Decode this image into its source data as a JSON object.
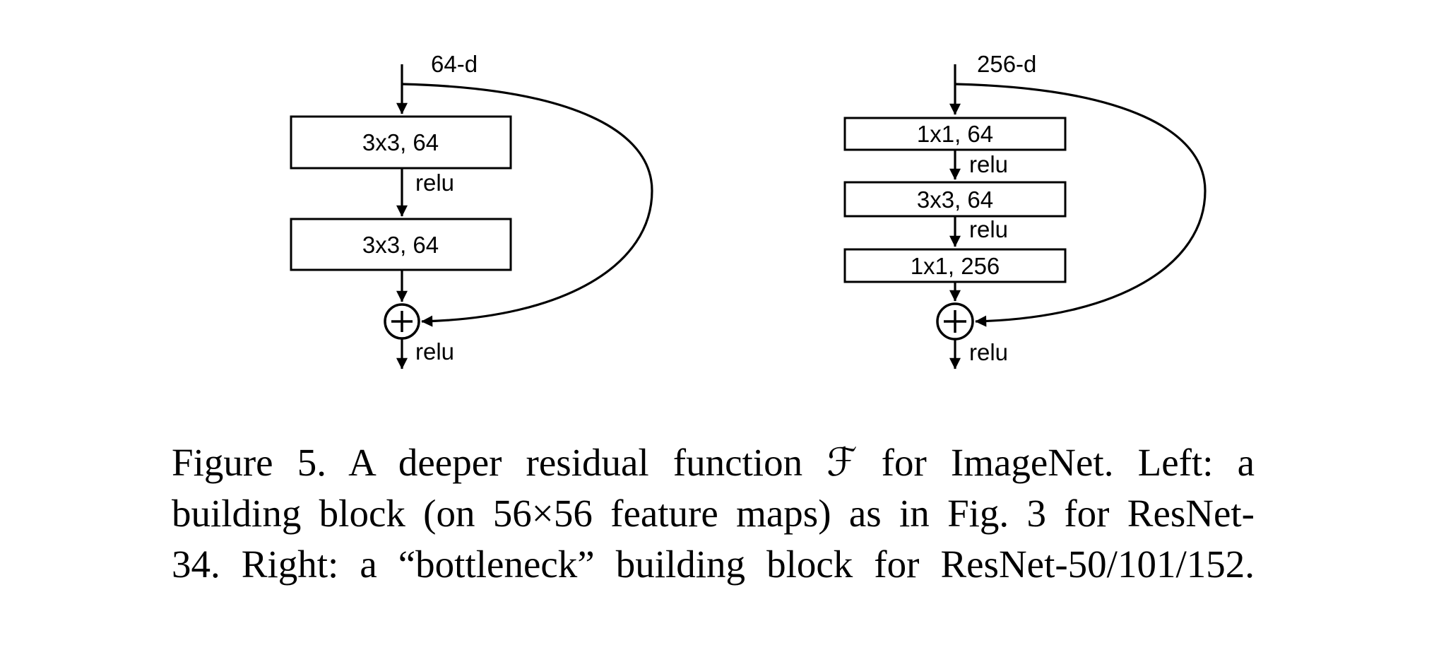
{
  "figure": {
    "line_color": "#000000",
    "left_block": {
      "input_label": "64-d",
      "conv1_label": "3x3, 64",
      "relu1_label": "relu",
      "conv2_label": "3x3, 64",
      "relu_out_label": "relu",
      "add_icon": "circled-plus"
    },
    "right_block": {
      "input_label": "256-d",
      "conv1_label": "1x1, 64",
      "relu1_label": "relu",
      "conv2_label": "3x3, 64",
      "relu2_label": "relu",
      "conv3_label": "1x1, 256",
      "relu_out_label": "relu",
      "add_icon": "circled-plus"
    }
  },
  "caption": {
    "line1_prefix": "Figure 5. A deeper residual function",
    "math_f": "ℱ",
    "line1_suffix": "for ImageNet.  Left:  a",
    "line2": "building block (on 56×56 feature maps) as in Fig. 3 for ResNet-",
    "line3": "34. Right: a “bottleneck” building block for ResNet-50/101/152."
  }
}
